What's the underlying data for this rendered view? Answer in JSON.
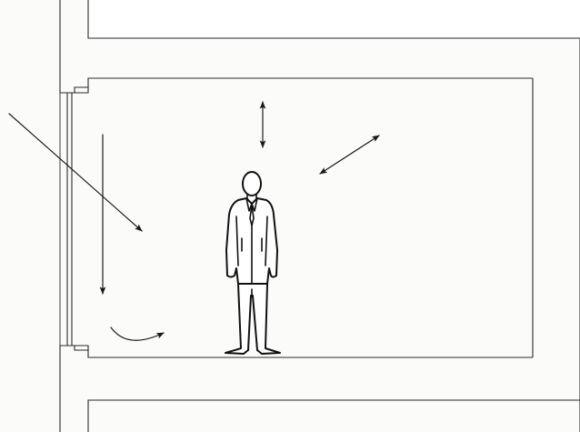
{
  "diagram": {
    "elements": {
      "wall": "exterior-wall-with-window",
      "slab_upper": "upper-floor-slab",
      "slab_lower": "lower-floor-slab",
      "occupant": "standing-person-icon",
      "arrows": [
        "radiation-arrow",
        "downdraft-arrow",
        "floor-airflow-arrow",
        "vertical-exchange-arrow",
        "diagonal-exchange-arrow"
      ]
    },
    "colors": {
      "line": "#2a2a2a",
      "fill": "#ffffff",
      "background": "#fbfbf9"
    }
  }
}
